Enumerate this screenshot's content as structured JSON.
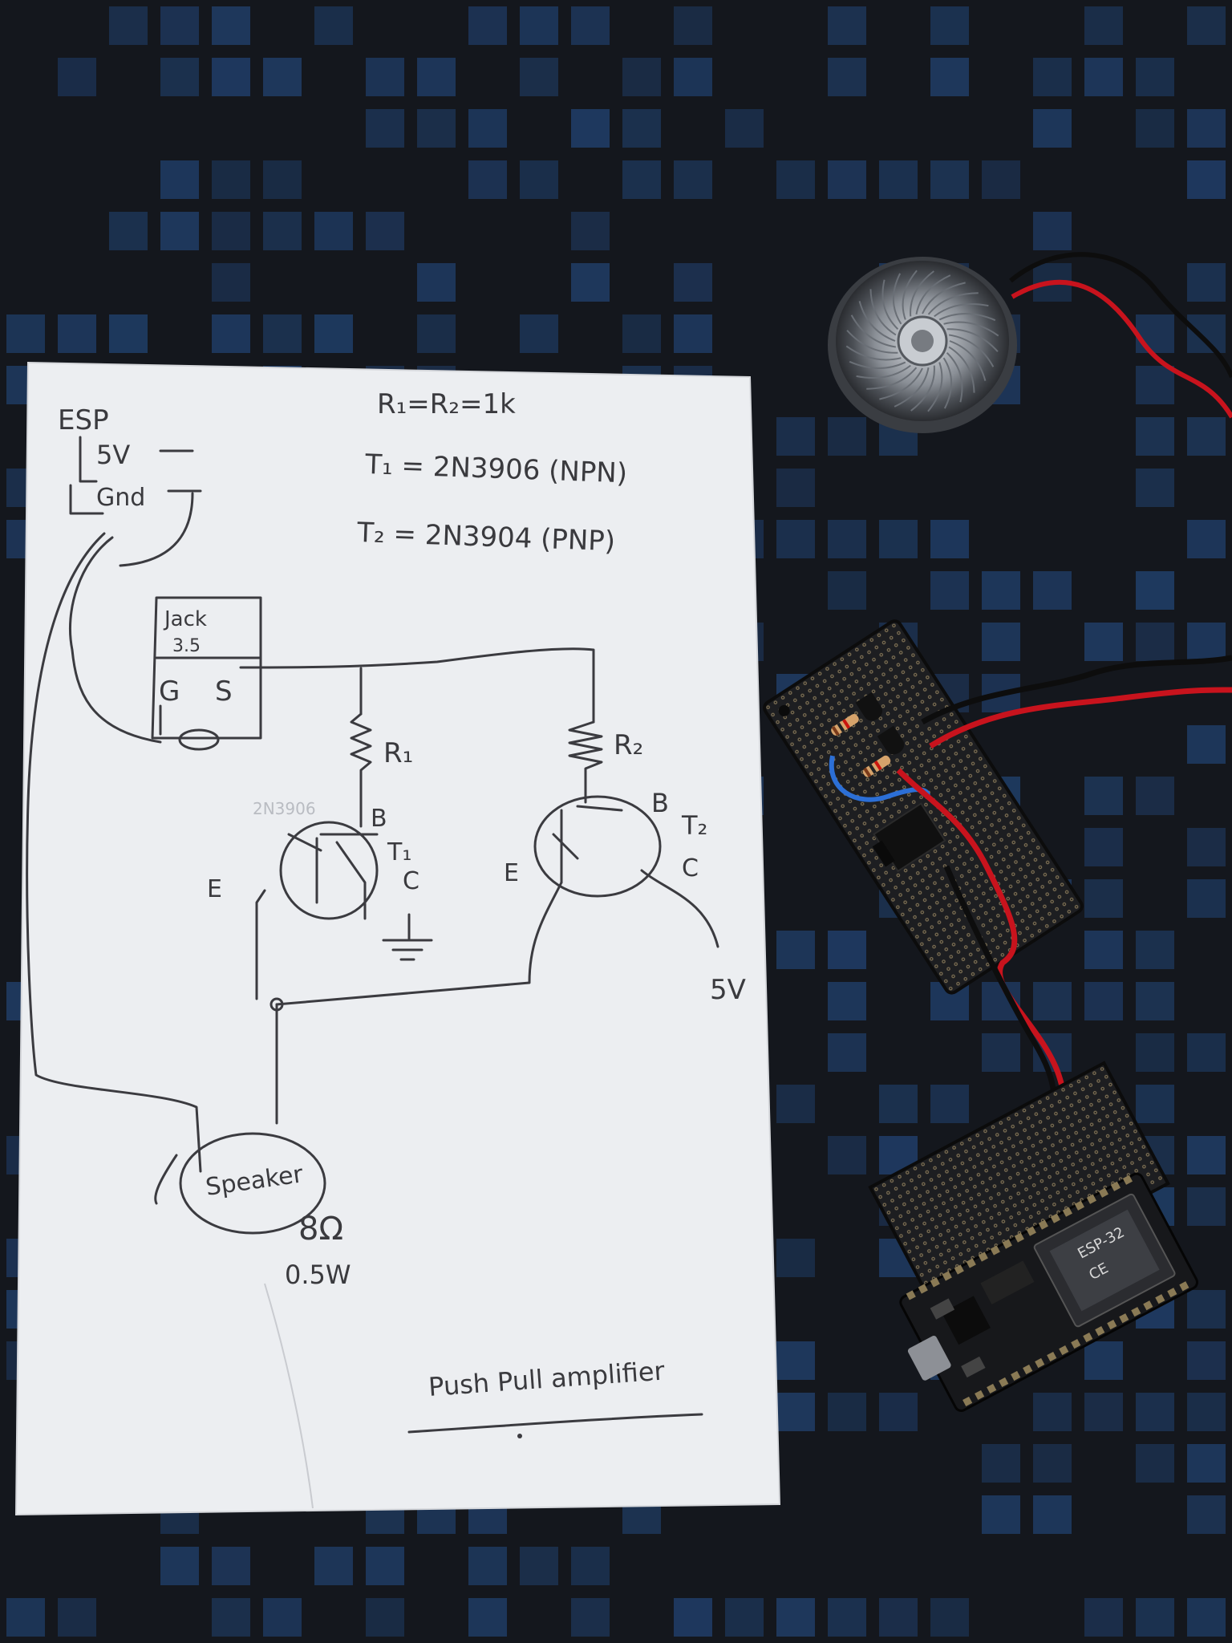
{
  "colors": {
    "mat_base": "#14171d",
    "mat_tile": "#1f3b63",
    "paper": "#eceef1",
    "ink": "#3b3b40",
    "wire_red": "#d0141f",
    "wire_black": "#111111",
    "pcb": "#1b1c1f",
    "resistor_blue": "#2c6fd6"
  },
  "sketch": {
    "esp_label": "ESP",
    "esp_5v": "5V",
    "esp_gnd": "Gnd",
    "resistor_eq": "R₁=R₂=1k",
    "t1_def": "T₁ = 2N3906 (NPN)",
    "t2_def": "T₂ = 2N3904 (PNP)",
    "jack_label_1": "Jack",
    "jack_label_2": "3.5",
    "jack_g": "G",
    "jack_s": "S",
    "r1_label": "R₁",
    "r2_label": "R₂",
    "t1_label": "T₁",
    "t2_label": "T₂",
    "t1_faint": "2N3906",
    "base_1": "B",
    "base_2": "B",
    "collector_1": "C",
    "collector_2": "C",
    "emitter_1": "E",
    "emitter_2": "E",
    "supply_5v": "5V",
    "speaker_label": "Speaker",
    "speaker_impedance": "8Ω",
    "speaker_power": "0.5W",
    "caption": "Push Pull amplifier"
  },
  "hardware": {
    "esp32_label": "ESP-32",
    "ce_mark": "CE"
  }
}
